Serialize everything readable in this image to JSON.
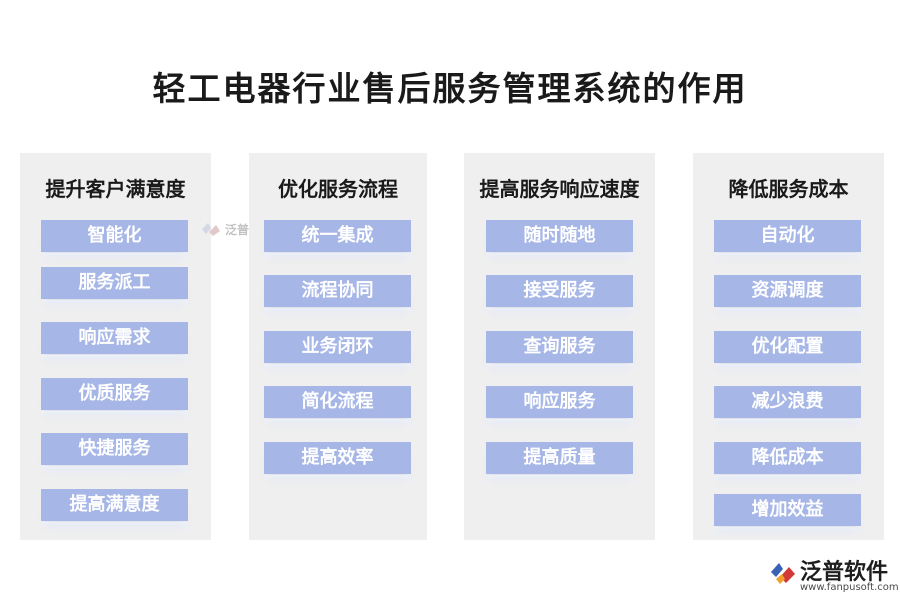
{
  "title": "轻工电器行业售后服务管理系统的作用",
  "columns": [
    {
      "heading": "提升客户满意度",
      "items": [
        "智能化",
        "服务派工",
        "响应需求",
        "优质服务",
        "快捷服务",
        "提高满意度"
      ]
    },
    {
      "heading": "优化服务流程",
      "items": [
        "统一集成",
        "流程协同",
        "业务闭环",
        "简化流程",
        "提高效率"
      ]
    },
    {
      "heading": "提高服务响应速度",
      "items": [
        "随时随地",
        "接受服务",
        "查询服务",
        "响应服务",
        "提高质量"
      ]
    },
    {
      "heading": "降低服务成本",
      "items": [
        "自动化",
        "资源调度",
        "优化配置",
        "减少浪费",
        "降低成本",
        "增加效益"
      ]
    }
  ],
  "watermark": {
    "text": "泛普"
  },
  "brand": {
    "name": "泛普软件",
    "url": "www.fanpusoft.com"
  },
  "colors": {
    "item_fill": "#a6b6e6",
    "panel": "#efefef",
    "item_text": "#ffffff"
  }
}
